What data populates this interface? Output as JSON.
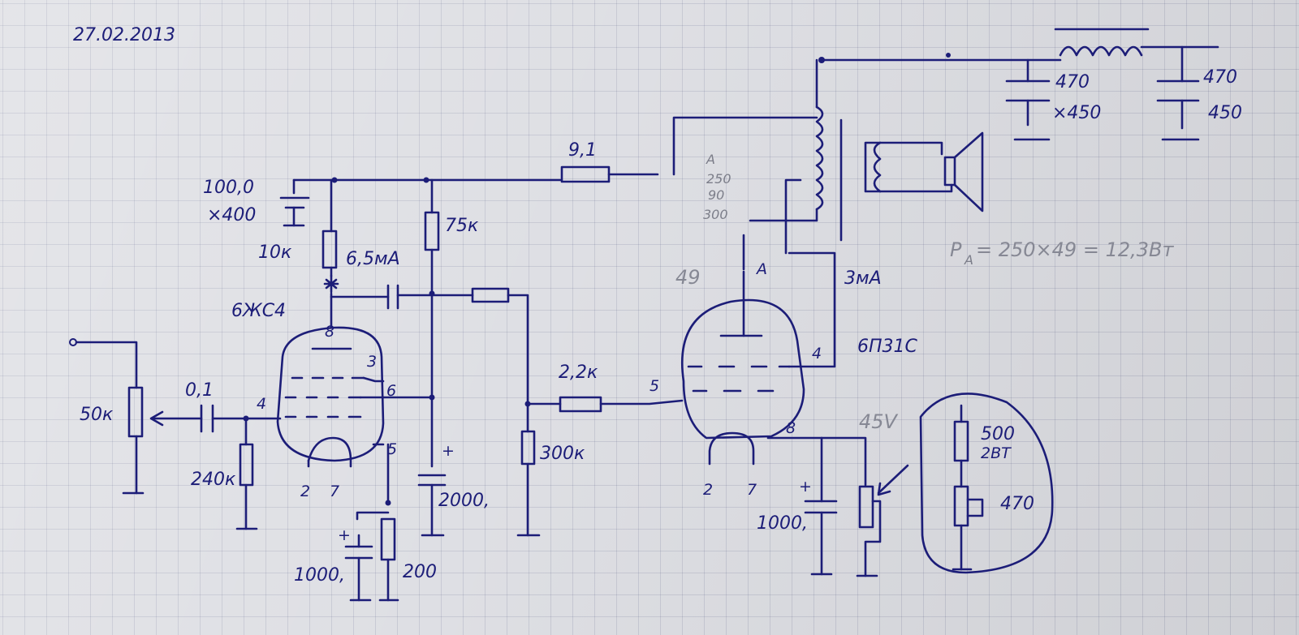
{
  "date": "27.02.2013",
  "tubes": {
    "driver": "6ЖС4",
    "output": "6П31С"
  },
  "pins": {
    "driver_anode": "8",
    "driver_screen": "3",
    "driver_g1": "4",
    "driver_g3": "6",
    "driver_cathode": "5",
    "driver_heater_a": "2",
    "driver_heater_b": "7",
    "out_anode": "A",
    "out_g2": "4",
    "out_g1": "5",
    "out_cathode": "8",
    "out_heater_a": "2",
    "out_heater_b": "7"
  },
  "components": {
    "pot_input": "50к",
    "cap_coupling_in": "0,1",
    "r_grid_leak": "240к",
    "cap_supply": "100,0",
    "cap_supply_v": "×400",
    "r_anode_driver": "10к",
    "current_driver": "6,5мА",
    "r_75k": "75к",
    "cap_2000": "2000,",
    "r_22k": "2,2к",
    "r_300k": "300к",
    "cap_1000_driver": "1000,",
    "r_200": "200",
    "r_91": "9,1",
    "cap_1000_out": "1000,",
    "voltage_45": "45V",
    "r_500": "500",
    "r_500_power": "2ВТ",
    "r_470": "470",
    "current_g2": "3мА",
    "filter_cap_1": "470",
    "filter_cap_1_v": "×450",
    "filter_cap_2": "470",
    "filter_cap_2_v": "450"
  },
  "transformer_notes": {
    "a": "A",
    "v1": "250",
    "v2": "90",
    "v3": "300"
  },
  "anode_current": "49",
  "power_formula": "P",
  "power_sub": "A",
  "power_value": " = 250×49 = 12,3Вт"
}
